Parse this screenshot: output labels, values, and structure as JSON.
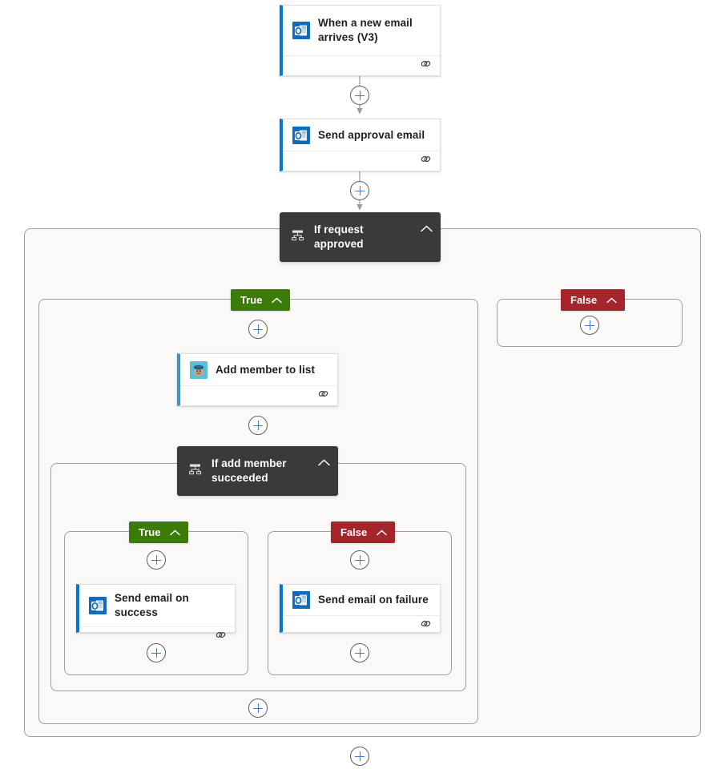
{
  "diagram": {
    "title": "Power Automate flow designer canvas",
    "colors": {
      "canvas_background": "#ffffff",
      "scope_background": "#faf9f8",
      "scope_border": "#a19f9d",
      "card_background": "#ffffff",
      "card_accent_outlook": "#0078d4",
      "card_accent_mailchimp": "#3a96c4",
      "condition_background": "#3b3a39",
      "branch_true": "#3d7b08",
      "branch_false": "#a4262c",
      "plus_glyph": "#3a7fd5",
      "plus_border": "#605e5c",
      "connector_line": "#a19f9d",
      "text_primary": "#201f1e",
      "text_on_dark": "#ffffff"
    },
    "nodes": [
      {
        "id": "trigger-new-email",
        "kind": "action-card",
        "title": "When a new email arrives (V3)",
        "icon": "outlook-icon",
        "accent": "#0078d4",
        "footer_icon": "link-icon"
      },
      {
        "id": "send-approval-email",
        "kind": "action-card",
        "title": "Send approval email",
        "icon": "outlook-icon",
        "accent": "#0078d4",
        "footer_icon": "link-icon"
      },
      {
        "id": "if-request-approved",
        "kind": "condition-card",
        "title": "If request approved",
        "icon": "condition-icon",
        "chevron": "chevron-up-icon"
      },
      {
        "id": "add-member-to-list",
        "kind": "action-card",
        "title": "Add member to list",
        "icon": "mailchimp-icon",
        "accent": "#3a96c4",
        "footer_icon": "link-icon"
      },
      {
        "id": "if-add-member-succeeded",
        "kind": "condition-card",
        "title": "If add member succeeded",
        "icon": "condition-icon",
        "chevron": "chevron-up-icon"
      },
      {
        "id": "send-email-on-success",
        "kind": "action-card",
        "title": "Send email on success",
        "icon": "outlook-icon",
        "accent": "#0078d4",
        "footer_icon": "link-icon"
      },
      {
        "id": "send-email-on-failure",
        "kind": "action-card",
        "title": "Send email on failure",
        "icon": "outlook-icon",
        "accent": "#0078d4",
        "footer_icon": "link-icon"
      }
    ],
    "branches": [
      {
        "id": "outer-true",
        "label": "True",
        "variant": "true",
        "parent": "if-request-approved"
      },
      {
        "id": "outer-false",
        "label": "False",
        "variant": "false",
        "parent": "if-request-approved"
      },
      {
        "id": "inner-true",
        "label": "True",
        "variant": "true",
        "parent": "if-add-member-succeeded"
      },
      {
        "id": "inner-false",
        "label": "False",
        "variant": "false",
        "parent": "if-add-member-succeeded"
      }
    ],
    "add_buttons": [
      {
        "id": "add-after-trigger",
        "label": "+"
      },
      {
        "id": "add-after-approval-email",
        "label": "+"
      },
      {
        "id": "add-in-false-branch",
        "label": "+"
      },
      {
        "id": "add-before-add-member",
        "label": "+"
      },
      {
        "id": "add-after-add-member",
        "label": "+"
      },
      {
        "id": "add-before-success-email",
        "label": "+"
      },
      {
        "id": "add-before-failure-email",
        "label": "+"
      },
      {
        "id": "add-after-success-email",
        "label": "+"
      },
      {
        "id": "add-after-failure-email",
        "label": "+"
      },
      {
        "id": "add-after-inner-condition",
        "label": "+"
      },
      {
        "id": "add-after-outer-condition",
        "label": "+"
      }
    ]
  }
}
